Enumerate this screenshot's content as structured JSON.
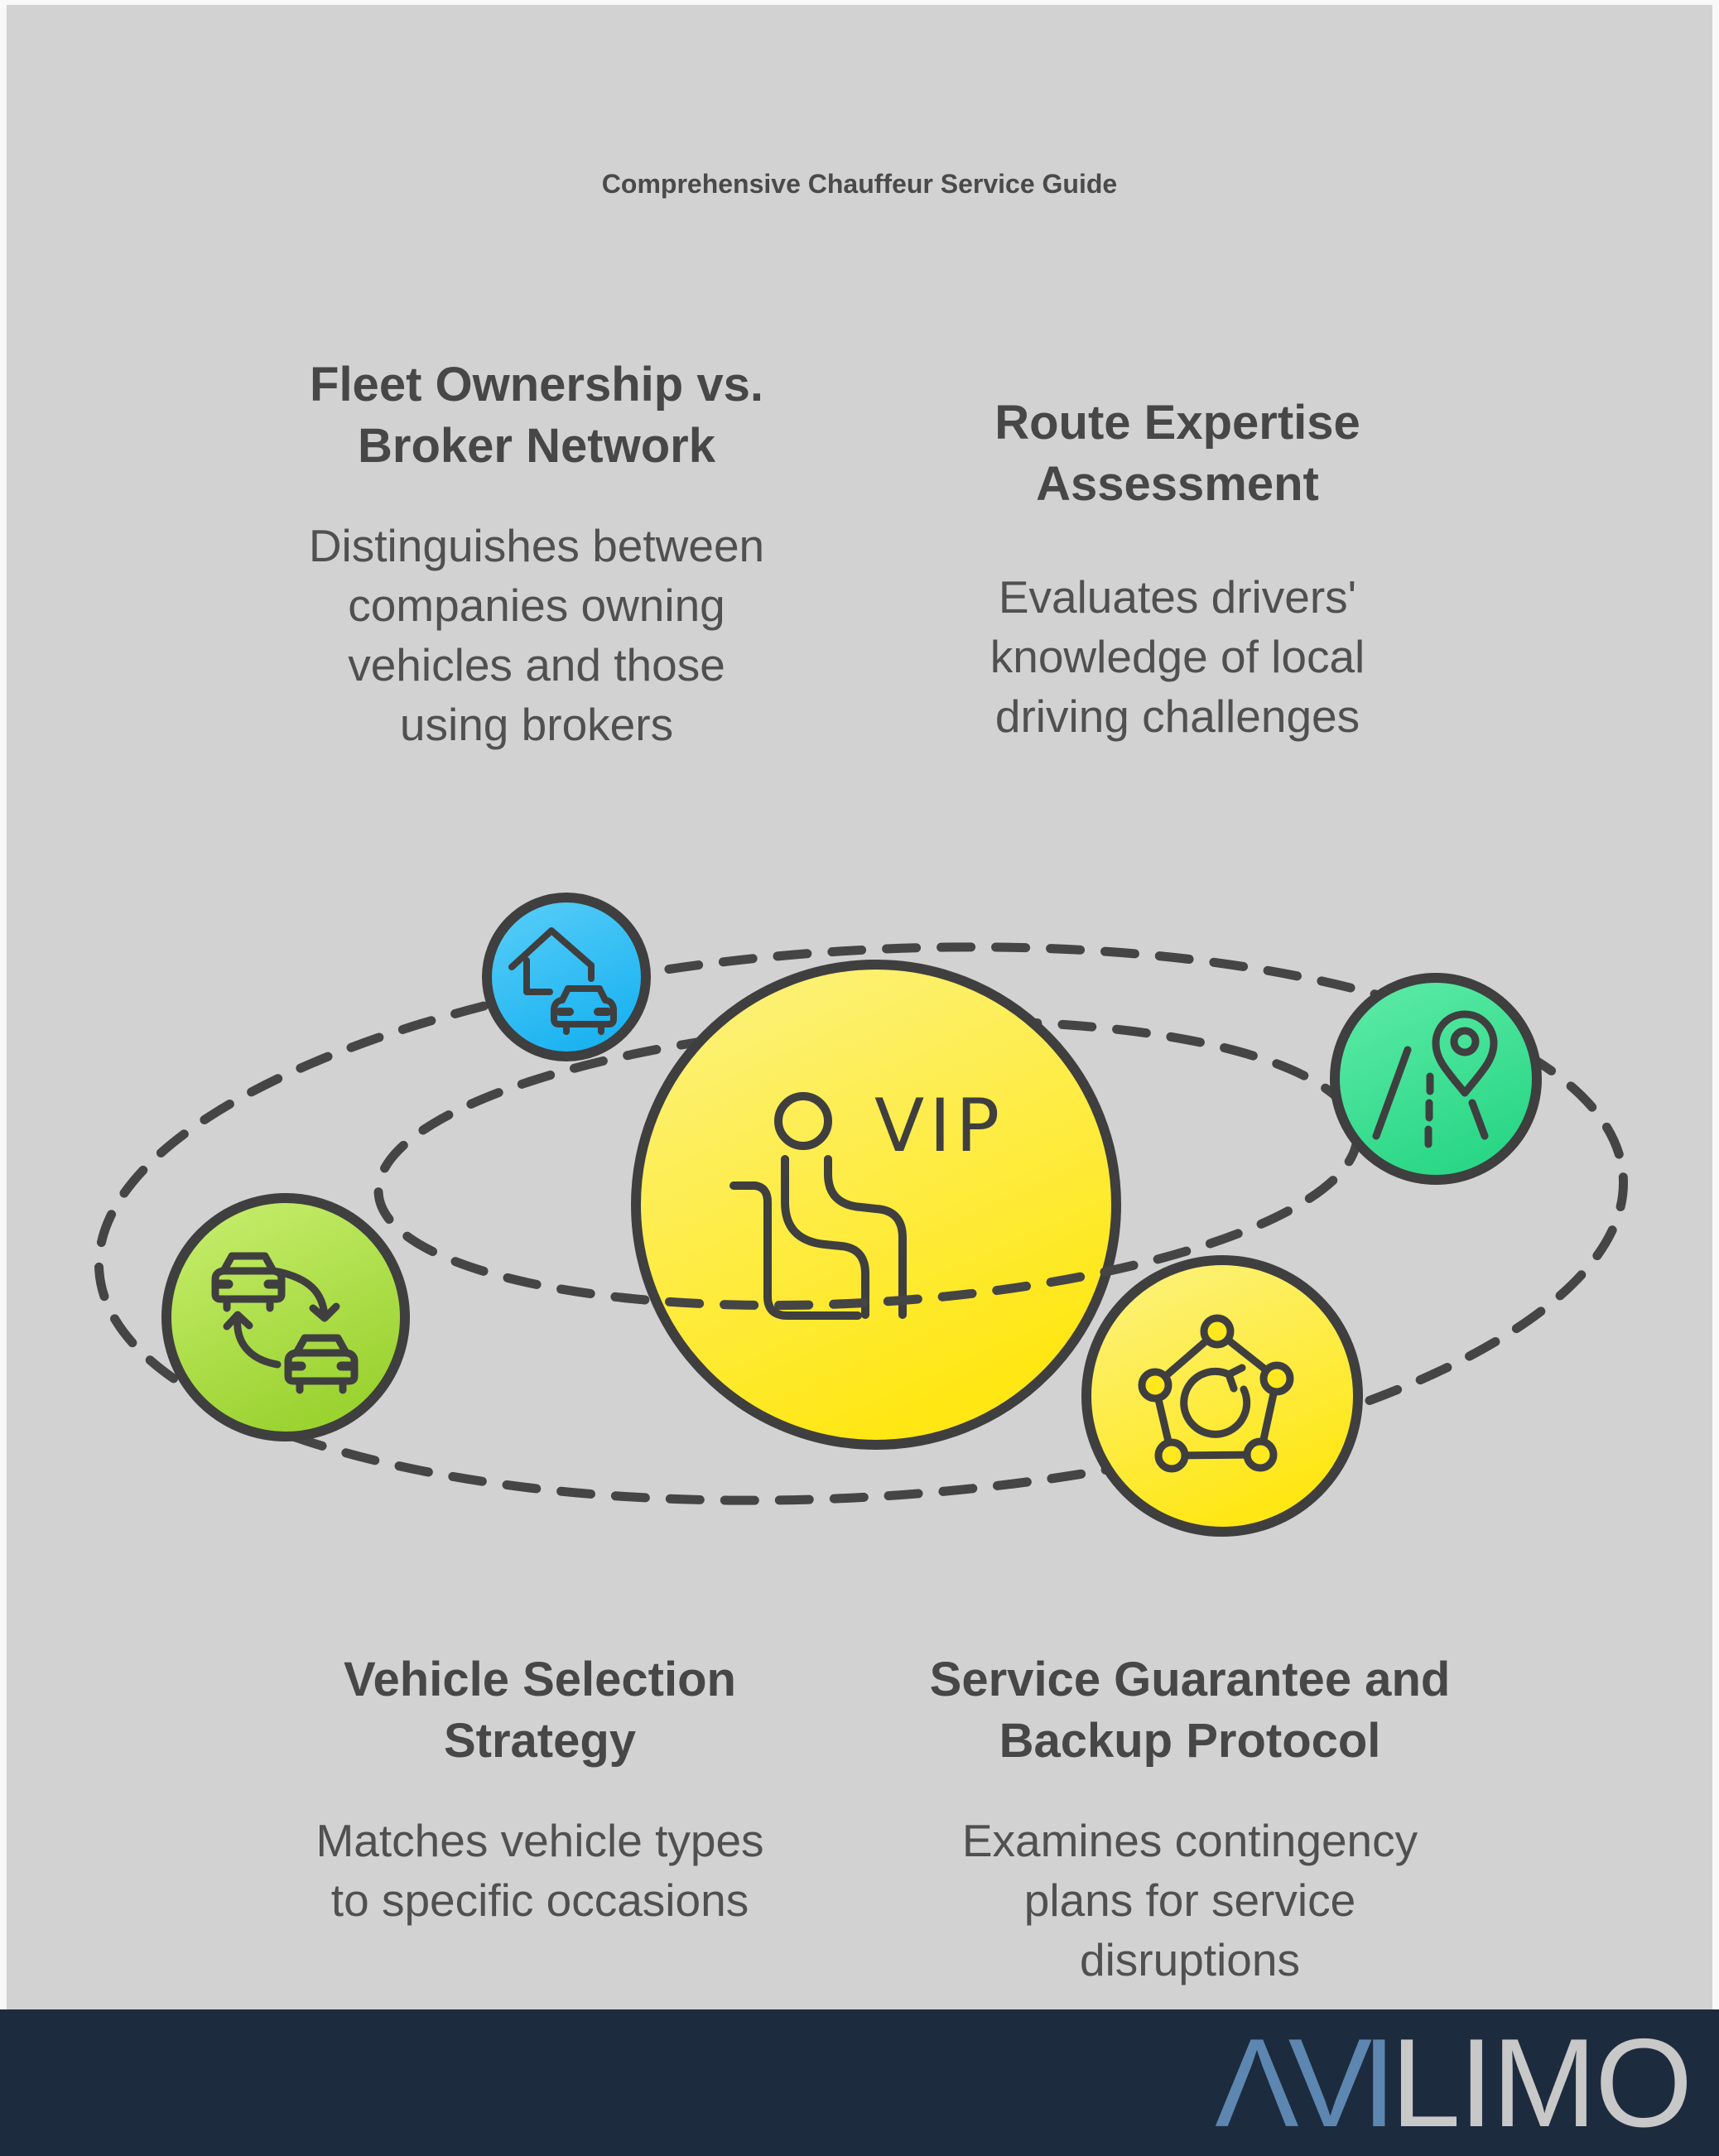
{
  "title": "Comprehensive Chauffeur Service Guide",
  "topics": [
    {
      "id": "fleet",
      "heading": "Fleet Ownership vs. Broker Network",
      "body": "Distinguishes between companies owning vehicles and those using brokers"
    },
    {
      "id": "route",
      "heading": "Route Expertise Assessment",
      "body": "Evaluates drivers' knowledge of local driving challenges"
    },
    {
      "id": "vehicle",
      "heading": "Vehicle Selection Strategy",
      "body": "Matches vehicle types to specific occasions"
    },
    {
      "id": "service",
      "heading": "Service Guarantee and Backup Protocol",
      "body": "Examines contingency plans for service disruptions"
    }
  ],
  "diagram": {
    "center_label": "VIP",
    "center_icon": "vip-passenger-seat-icon",
    "satellite_icons": [
      "house-car-icon",
      "road-location-pin-icon",
      "vehicle-swap-icon",
      "pentagon-refresh-icon"
    ],
    "colors": {
      "outline": "#3f3f3f",
      "orbit": "#454545",
      "yellow_top": "#fcf283",
      "yellow_bottom": "#ffe714",
      "blue_top": "#5bcff8",
      "blue_bottom": "#1cb3f1",
      "green_top": "#5feca8",
      "green_bottom": "#2bd787",
      "lime_top": "#c9ef70",
      "lime_bottom": "#9bd331",
      "node_fill": "#ffe81d"
    }
  },
  "canvas": {
    "background": "#d2d2d2",
    "frame": "#f8f8f8"
  },
  "footer": {
    "background": "#1d2b3f",
    "logo_blue": "ΛVI",
    "logo_gray": "LIMO",
    "logo_blue_color": "#5d87b0",
    "logo_gray_color": "#c8c8c8"
  }
}
